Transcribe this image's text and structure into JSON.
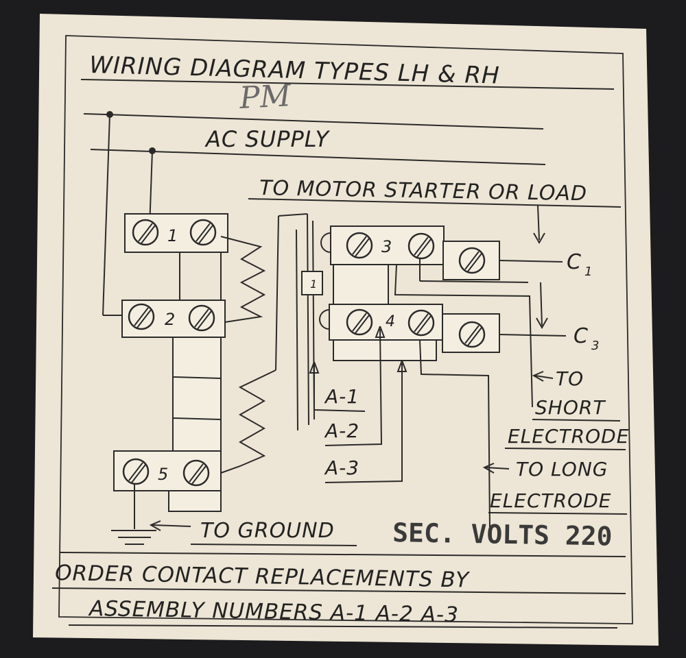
{
  "placard": {
    "title": "WIRING DIAGRAM TYPES LH & RH",
    "handwritten_note": "PM",
    "supply_label": "AC SUPPLY",
    "load_label": "TO MOTOR STARTER OR LOAD",
    "terminal_labels": [
      "1",
      "2",
      "3",
      "4",
      "5"
    ],
    "switch_label": "1",
    "c1_label": "C",
    "c1_sub": "1",
    "c3_label": "C",
    "c3_sub": "3",
    "assembly_labels": [
      "A-1",
      "A-2",
      "A-3"
    ],
    "short_electrode": [
      "TO",
      "SHORT",
      "ELECTRODE"
    ],
    "long_electrode": [
      "TO LONG",
      "ELECTRODE"
    ],
    "ground_label": "TO GROUND",
    "stamp": "SEC. VOLTS 220",
    "footer": [
      "ORDER CONTACT REPLACEMENTS BY",
      "ASSEMBLY NUMBERS A-1 A-2 A-3"
    ]
  },
  "colors": {
    "paper": "#eee6d6",
    "ink": "#2a2a2a",
    "background": "#1c1c1e"
  }
}
